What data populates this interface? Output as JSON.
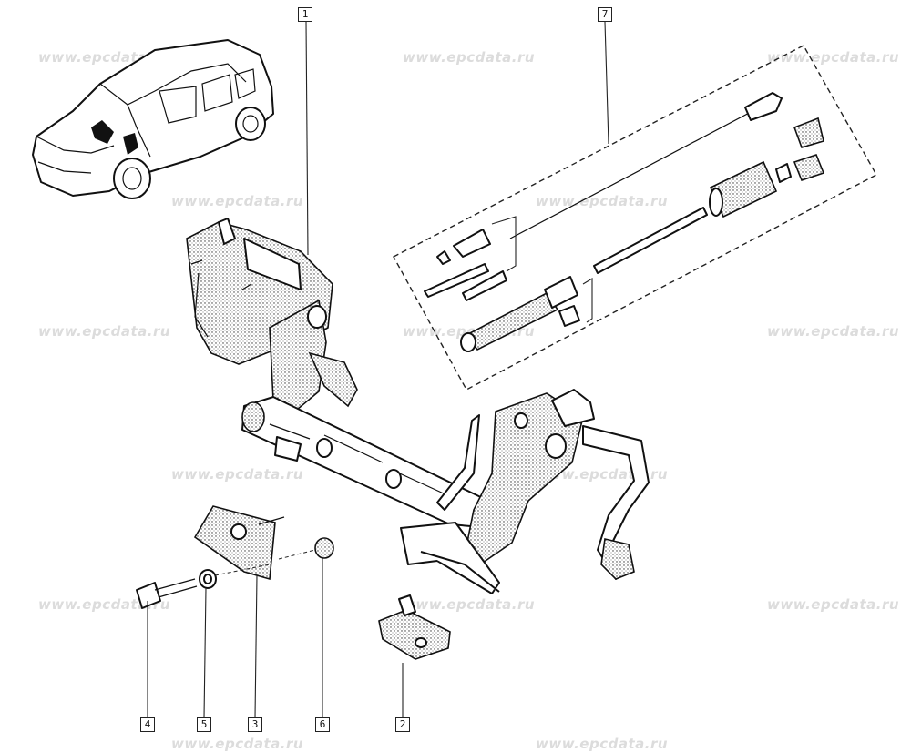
{
  "watermark": {
    "text": "www.epcdata.ru",
    "color": "#dcdcdc"
  },
  "callouts": [
    "1",
    "7",
    "4",
    "5",
    "3",
    "6",
    "2"
  ],
  "colors": {
    "line": "#111111",
    "background": "#ffffff"
  }
}
